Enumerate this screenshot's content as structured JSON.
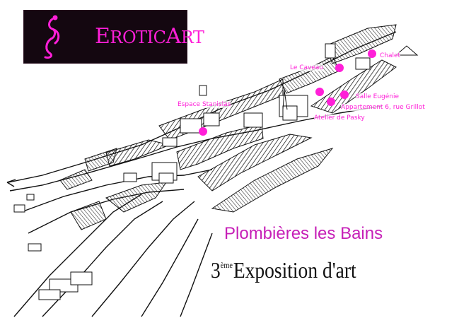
{
  "logo": {
    "text_first": "E",
    "text_mid": "ROTIC",
    "text_a": "A",
    "text_end": "RT",
    "colors": {
      "background": "#140710",
      "accent": "#ff1fd8"
    },
    "icon": "dancer-figure-icon"
  },
  "venues": [
    {
      "name": "Chalet"
    },
    {
      "name": "Le Caveau"
    },
    {
      "name": "Salle Eugénie"
    },
    {
      "name": "Appartement 6, rue Grillot"
    },
    {
      "name": "Atelier de Pasky"
    },
    {
      "name": "Espace Stanislas"
    }
  ],
  "titles": {
    "town": "Plombières les Bains",
    "edition_number": "3",
    "edition_suffix": "ème",
    "exhibition": "Exposition d'art"
  },
  "colors": {
    "marker": "#ff1fd8",
    "title": "#c61fb7",
    "ink": "#111111"
  }
}
